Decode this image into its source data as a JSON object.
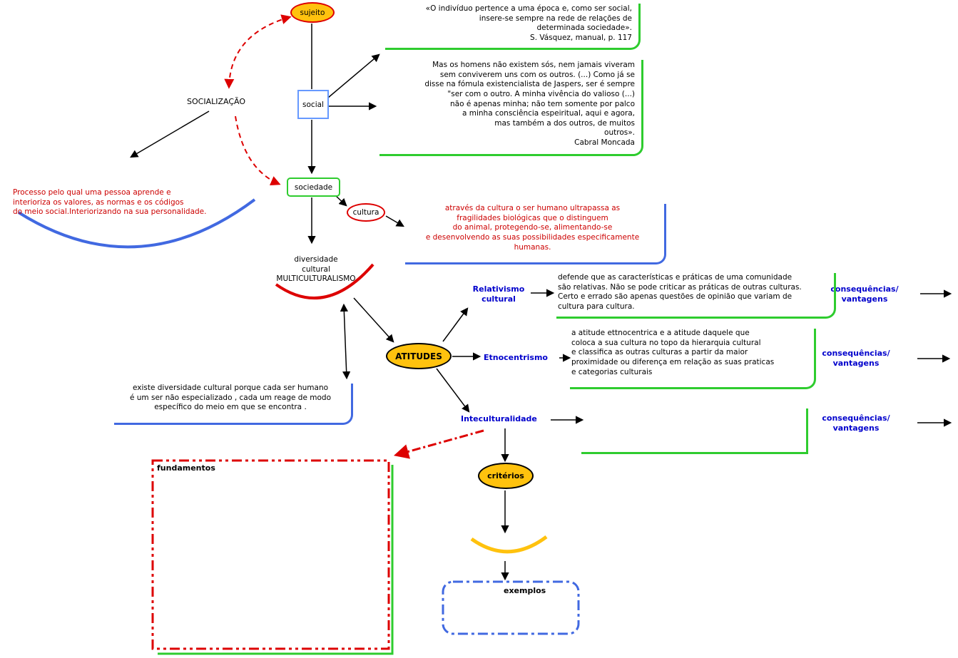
{
  "colors": {
    "node_yellow": "#FFC20E",
    "bracket_green": "#2ECC2E",
    "bracket_blue": "#4169E1",
    "line_red": "#DD0000",
    "text_red": "#CC0000",
    "text_blue": "#0000CC",
    "social_box_blue": "#6699FF"
  },
  "nodes": {
    "sujeito": "sujeito",
    "socializacao": "SOCIALIZAÇÃO",
    "social": "social",
    "sociedade": "sociedade",
    "cultura": "cultura",
    "diversidade": "diversidade\ncultural\nMULTICULTURALISMO",
    "atitudes": "ATITUDES",
    "relativismo": "Relativismo\ncultural",
    "etnocentrismo": "Etnocentrismo",
    "interculturalidade": "Inteculturalidade",
    "criterios": "critérios",
    "exemplos": "exemplos",
    "fundamentos": "fundamentos",
    "consequencias_1": "consequências/\nvantagens",
    "consequencias_2": "consequências/\nvantagens",
    "consequencias_3": "consequências/\nvantagens"
  },
  "quotes": {
    "vasquez": "«O indivíduo pertence a uma época e, como ser social,\ninsere-se sempre na rede de relações de\ndeterminada sociedade».\nS. Vásquez, manual, p. 117",
    "moncada": "Mas os homens não existem sós, nem jamais viveram\nsem conviverem uns com os outros. (...) Como já se\ndisse na fómula existencialista de Jaspers, ser é sempre\n\"ser com o outro. A minha vivência do valioso (...)\nnão é apenas minha; não tem somente por palco\na minha consciência espeiritual, aqui e agora,\nmas também a dos outros, de muitos\noutros».\nCabral Moncada"
  },
  "annotations": {
    "socializacao_def": "Processo pelo qual uma pessoa aprende e\ninterioriza os valores, as normas e os códigos\ndo meio social.Interiorizando na sua personalidade.",
    "cultura_def": "através da cultura o ser humano ultrapassa as\nfragilidades biológicas que o distinguem\ndo animal, protegendo-se, alimentando-se\ne desenvolvendo as suas possibilidades especificamente\nhumanas.",
    "diversidade_def": "existe diversidade cultural porque cada ser humano\né um ser não especializado , cada um reage de modo\nespecífico do meio em que se encontra .",
    "relativismo_def": "defende que as características e práticas de uma comunidade\nsão relativas. Não se pode criticar as práticas de outras culturas.\nCerto e errado são apenas questões de opinião que variam de\ncultura para cultura.",
    "etnocentrismo_def": "a atitude ettnocentrica e a atitude daquele que\ncoloca a sua cultura no topo da hierarquia cultural\ne classifica as outras culturas a partir da maior\nproximidade ou diferença em relação as suas praticas\ne categorias culturais"
  }
}
